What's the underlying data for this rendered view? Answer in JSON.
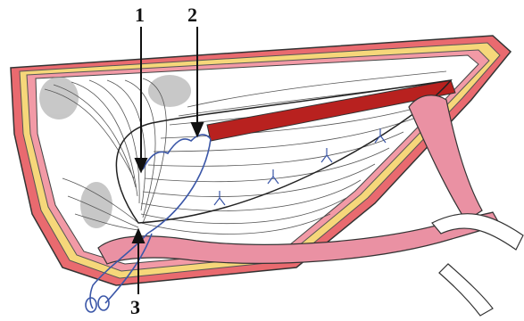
{
  "figure": {
    "labels": [
      {
        "id": "1",
        "text": "1"
      },
      {
        "id": "2",
        "text": "2"
      },
      {
        "id": "3",
        "text": "3"
      }
    ],
    "colors": {
      "skin_outer": "#e96a6f",
      "fat_layer": "#f6d77a",
      "inner_lining": "#f29aa6",
      "muscle_band": "#ea91a3",
      "dark_band": "#b8211f",
      "suture": "#3b57a8",
      "tube": "#ffffff",
      "fibers": "#555555",
      "stipple": "#9a9a9a"
    },
    "icons": {
      "arrow": "arrow-icon",
      "scissors": "scissors-icon"
    }
  }
}
